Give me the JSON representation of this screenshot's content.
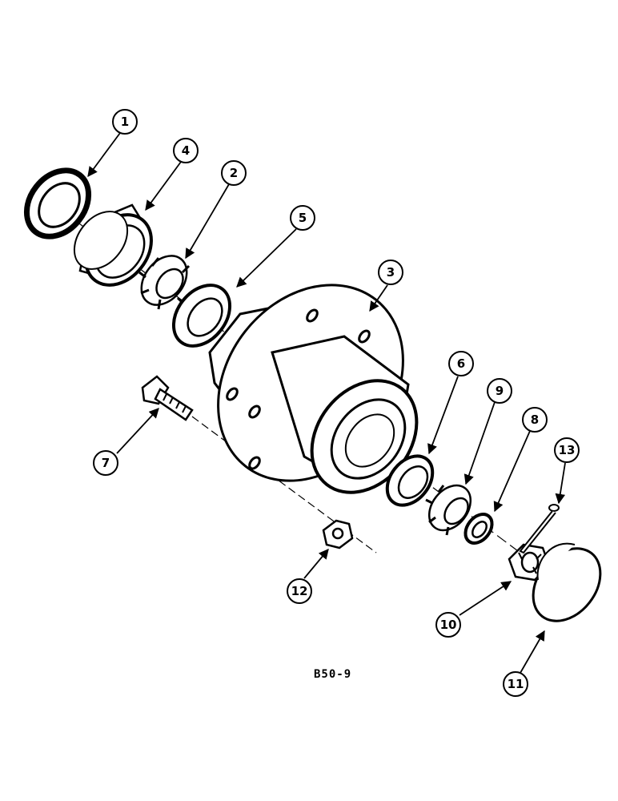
{
  "figure_label": "B50-9",
  "callouts": [
    {
      "id": "1",
      "label": "1"
    },
    {
      "id": "2",
      "label": "2"
    },
    {
      "id": "3",
      "label": "3"
    },
    {
      "id": "4",
      "label": "4"
    },
    {
      "id": "5",
      "label": "5"
    },
    {
      "id": "6",
      "label": "6"
    },
    {
      "id": "7",
      "label": "7"
    },
    {
      "id": "8",
      "label": "8"
    },
    {
      "id": "9",
      "label": "9"
    },
    {
      "id": "10",
      "label": "10"
    },
    {
      "id": "11",
      "label": "11"
    },
    {
      "id": "12",
      "label": "12"
    },
    {
      "id": "13",
      "label": "13"
    }
  ]
}
